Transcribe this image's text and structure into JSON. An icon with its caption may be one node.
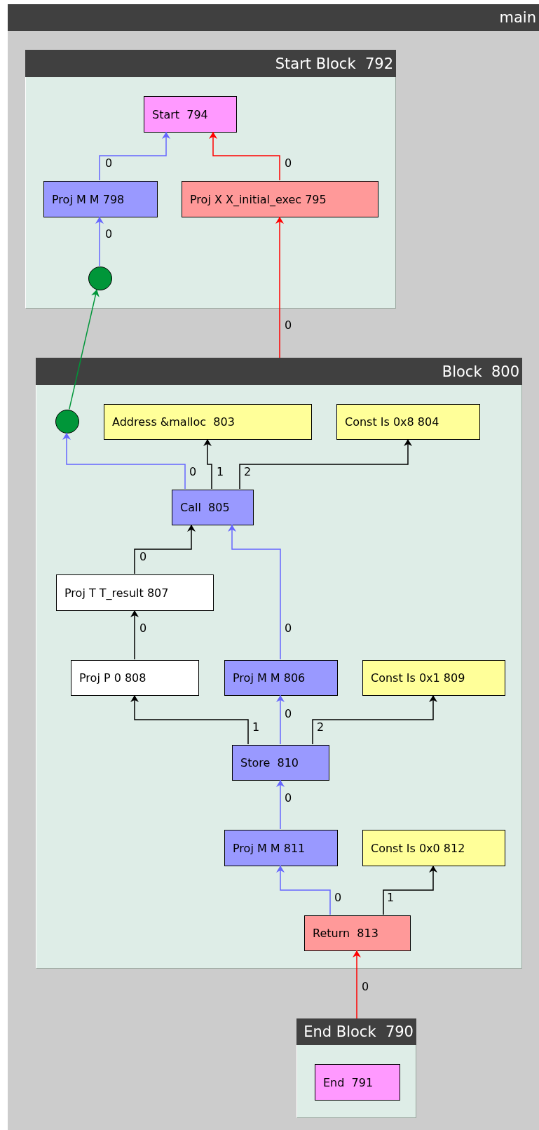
{
  "diagram": {
    "nodes": [
      {
        "text": [
          "main"
        ]
      },
      {
        "text": [
          "Start Block  792"
        ],
        "in": 0
      },
      {
        "text": [
          "Start  794"
        ],
        "in": 1
      },
      {
        "text": [
          "Proj M M 798"
        ],
        "in": 1
      },
      {
        "text": [
          "Proj X X_initial_exec 795"
        ],
        "in": 1
      },
      {
        "text": [],
        "shape": "circle",
        "in": 1
      },
      {
        "text": [
          "Block  800"
        ],
        "in": 0
      },
      {
        "text": [],
        "shape": "circle",
        "in": 6
      },
      {
        "text": [
          "Address &malloc  803"
        ],
        "in": 6
      },
      {
        "text": [
          "Const Is 0x8 804"
        ],
        "in": 6
      },
      {
        "text": [
          "Call  805"
        ],
        "in": 6
      },
      {
        "text": [
          "Proj T T_result 807"
        ],
        "in": 6
      },
      {
        "text": [
          "Proj P 0 808"
        ],
        "in": 6
      },
      {
        "text": [
          "Proj M M 806"
        ],
        "in": 6
      },
      {
        "text": [
          "Const Is 0x1 809"
        ],
        "in": 6
      },
      {
        "text": [
          "Store  810"
        ],
        "in": 6
      },
      {
        "text": [
          "Proj M M 811"
        ],
        "in": 6
      },
      {
        "text": [
          "Const Is 0x0 812"
        ],
        "in": 6
      },
      {
        "text": [
          "Return  813"
        ],
        "in": 6
      },
      {
        "text": [
          "End Block  790"
        ],
        "in": 0
      },
      {
        "text": [
          "End  791"
        ],
        "in": 19
      }
    ],
    "edges": [
      {
        "from": 3,
        "to": 2,
        "arrow": "to",
        "label": "0",
        "color": "#6666ff"
      },
      {
        "from": 4,
        "to": 2,
        "arrow": "to",
        "label": "0",
        "color": "#ff0000"
      },
      {
        "from": 5,
        "to": 3,
        "arrow": "to",
        "label": "0",
        "color": "#6666ff"
      },
      {
        "from": 7,
        "to": 5,
        "arrow": "to",
        "color": "#009639"
      },
      {
        "from": 6,
        "to": 4,
        "arrow": "to",
        "label": "0",
        "color": "#ff0000"
      },
      {
        "from": 10,
        "to": 7,
        "arrow": "to",
        "label": "0",
        "color": "#6666ff"
      },
      {
        "from": 10,
        "to": 8,
        "arrow": "to",
        "label": "1",
        "color": "#000000"
      },
      {
        "from": 10,
        "to": 9,
        "arrow": "to",
        "label": "2",
        "color": "#000000"
      },
      {
        "from": 11,
        "to": 10,
        "arrow": "to",
        "label": "0",
        "color": "#000000"
      },
      {
        "from": 13,
        "to": 10,
        "arrow": "to",
        "label": "0",
        "color": "#6666ff"
      },
      {
        "from": 12,
        "to": 11,
        "arrow": "to",
        "label": "0",
        "color": "#000000"
      },
      {
        "from": 15,
        "to": 12,
        "arrow": "to",
        "label": "1",
        "color": "#000000"
      },
      {
        "from": 15,
        "to": 13,
        "arrow": "to",
        "label": "0",
        "color": "#6666ff"
      },
      {
        "from": 15,
        "to": 14,
        "arrow": "to",
        "label": "2",
        "color": "#000000"
      },
      {
        "from": 16,
        "to": 15,
        "arrow": "to",
        "label": "0",
        "color": "#6666ff"
      },
      {
        "from": 18,
        "to": 16,
        "arrow": "to",
        "label": "0",
        "color": "#6666ff"
      },
      {
        "from": 18,
        "to": 17,
        "arrow": "to",
        "label": "1",
        "color": "#000000"
      },
      {
        "from": 19,
        "to": 18,
        "arrow": "to",
        "label": "0",
        "color": "#ff0000"
      }
    ]
  }
}
